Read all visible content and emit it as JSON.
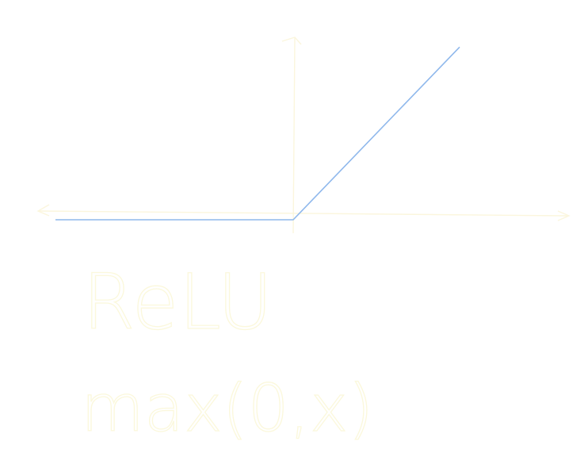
{
  "title": "ReLU",
  "formula": "max(0,x)",
  "colors": {
    "background": "#ffffff",
    "curve": "#8fb8ec",
    "axes": "#fbf6dd",
    "handwriting": "#fbf8dc"
  },
  "function": {
    "name": "relu",
    "x_range": [
      -1,
      1
    ],
    "points": [
      {
        "x": -1,
        "y": 0
      },
      {
        "x": 0,
        "y": 0
      },
      {
        "x": 0.7,
        "y": 0.7
      }
    ]
  }
}
